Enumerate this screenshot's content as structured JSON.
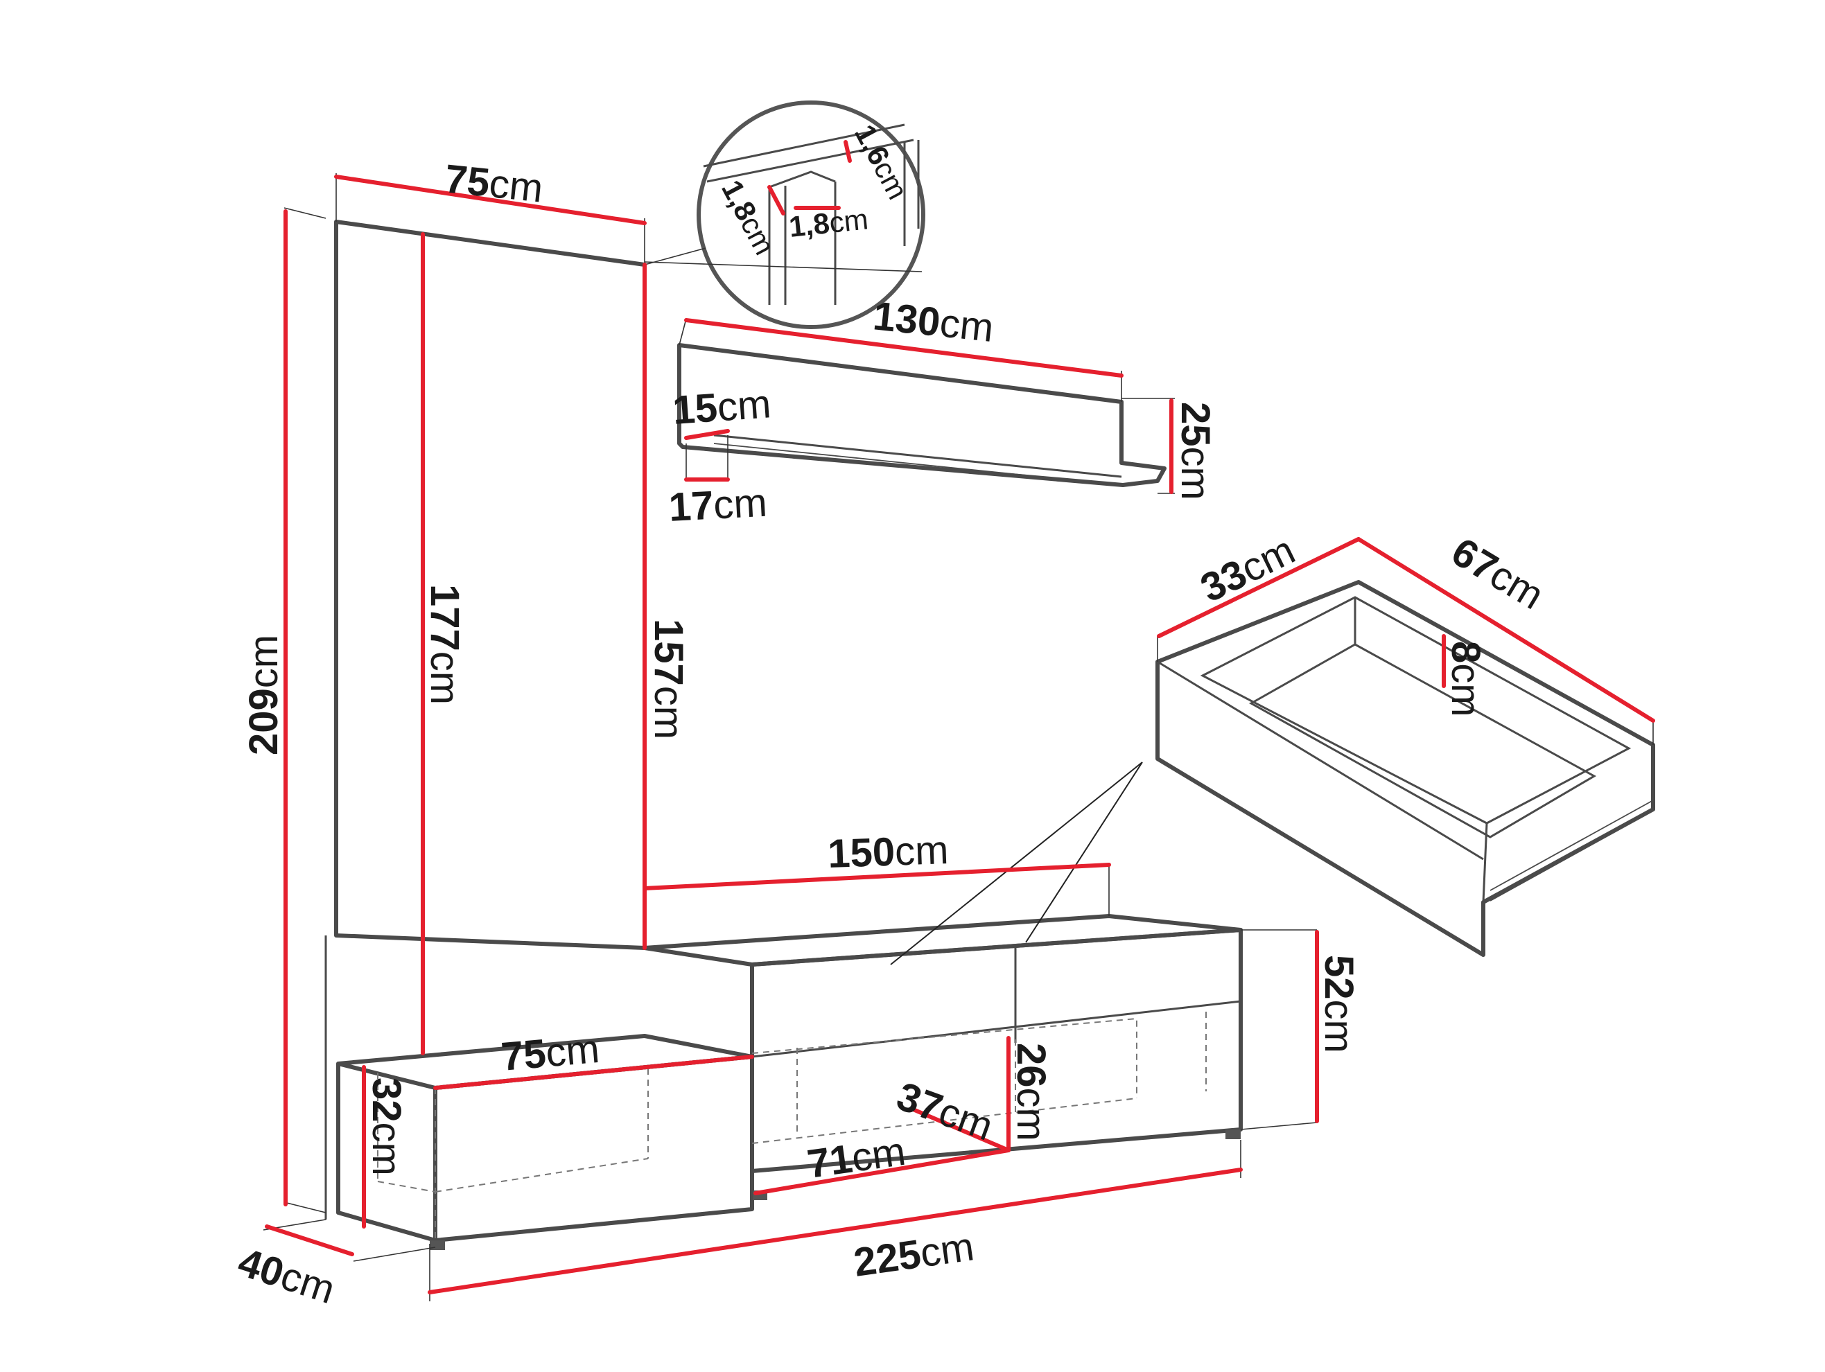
{
  "colors": {
    "dimension": "#e5202e",
    "outline": "#4a4a4a",
    "text": "#1a1a1a",
    "background": "#ffffff"
  },
  "dimensions": {
    "tall_width": {
      "value": "75",
      "unit": "cm"
    },
    "tall_height": {
      "value": "209",
      "unit": "cm"
    },
    "door_height": {
      "value": "177",
      "unit": "cm"
    },
    "wall_height": {
      "value": "157",
      "unit": "cm"
    },
    "depth": {
      "value": "40",
      "unit": "cm"
    },
    "total_width": {
      "value": "225",
      "unit": "cm"
    },
    "cabinet_width": {
      "value": "150",
      "unit": "cm"
    },
    "cabinet_height": {
      "value": "52",
      "unit": "cm"
    },
    "low_width": {
      "value": "75",
      "unit": "cm"
    },
    "low_height": {
      "value": "32",
      "unit": "cm"
    },
    "niche_width": {
      "value": "71",
      "unit": "cm"
    },
    "niche_depth": {
      "value": "37",
      "unit": "cm"
    },
    "niche_height": {
      "value": "26",
      "unit": "cm"
    },
    "shelf_width": {
      "value": "130",
      "unit": "cm"
    },
    "shelf_height": {
      "value": "25",
      "unit": "cm"
    },
    "shelf_lip": {
      "value": "15",
      "unit": "cm"
    },
    "shelf_depth": {
      "value": "17",
      "unit": "cm"
    },
    "drawer_depth": {
      "value": "33",
      "unit": "cm"
    },
    "drawer_width": {
      "value": "67",
      "unit": "cm"
    },
    "drawer_height": {
      "value": "8",
      "unit": "cm"
    },
    "board_a": {
      "value": "1,6",
      "unit": "cm"
    },
    "board_b": {
      "value": "1,8",
      "unit": "cm"
    },
    "board_c": {
      "value": "1,8",
      "unit": "cm"
    }
  }
}
